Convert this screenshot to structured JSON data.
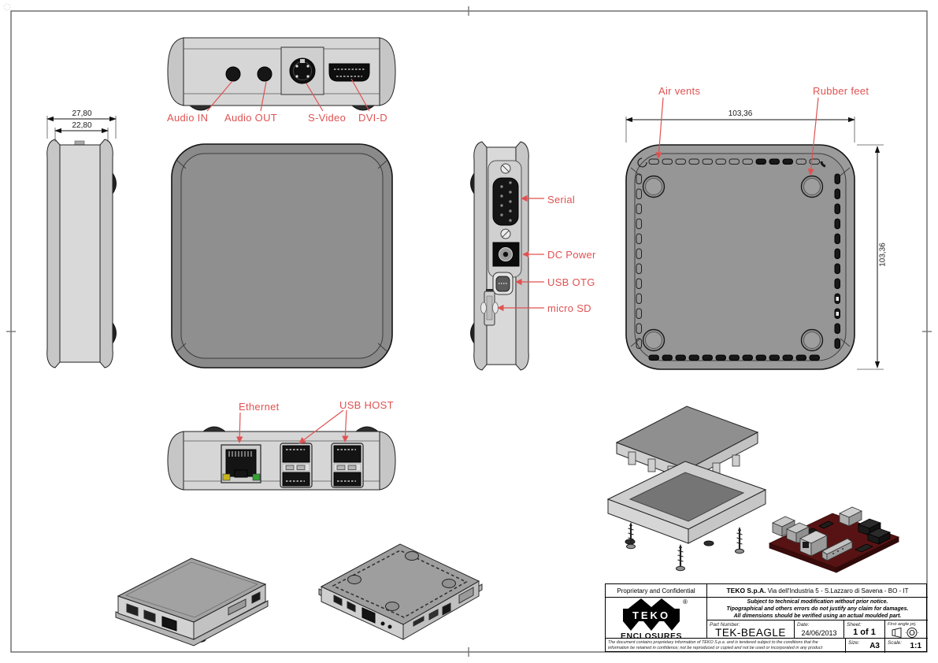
{
  "colors": {
    "label_red": "#e05252",
    "drawing_line": "#1a1a1a",
    "enclosure_gray": "#9b9b9b",
    "pcb_red": "#571313",
    "led_yellow": "#c8b51e",
    "led_green": "#35a035"
  },
  "labels": {
    "front": {
      "audio_in": "Audio IN",
      "audio_out": "Audio OUT",
      "s_video": "S-Video",
      "dvi_d": "DVI-D"
    },
    "side": {
      "serial": "Serial",
      "dc_power": "DC Power",
      "usb_otg": "USB OTG",
      "micro_sd": "micro SD"
    },
    "bottom": {
      "air_vents": "Air vents",
      "rubber_feet": "Rubber feet"
    },
    "rear": {
      "ethernet": "Ethernet",
      "usb_host": "USB HOST"
    }
  },
  "dimensions": {
    "side_outer": "27,80",
    "side_inner": "22,80",
    "bottom_width": "103,36",
    "bottom_height": "103,36"
  },
  "title_block": {
    "confidential": "Proprietary and Confidential",
    "company": "TEKO S.p.A.",
    "address": "Via dell'Industria 5 - S.Lazzaro di Savena - BO - IT",
    "logo_text": "TEKO",
    "logo_registered": "®",
    "logo_subtitle": "ENCLOSURES",
    "notice_line1": "Subject to technical modification without prior notice.",
    "notice_line2": "Tipographical and others errors do not justify any claim for damages.",
    "notice_line3": "All dimensions should be verified using an actual moulded part.",
    "part_number_label": "Part Number:",
    "part_number": "TEK-BEAGLE",
    "date_label": "Date:",
    "date": "24/06/2013",
    "sheet_label": "Sheet:",
    "sheet": "1 of 1",
    "projection_label": "First angle prj.",
    "fine_print_line1": "The document contains proprietary information of TEKO S.p.a. and is tendered subject to the conditions that the",
    "fine_print_line2": "information be retained in confidence; not be reproduced or copied and not be used or incorporated in any product",
    "size_label": "Size:",
    "size": "A3",
    "scale_label": "Scale:",
    "scale": "1:1"
  }
}
